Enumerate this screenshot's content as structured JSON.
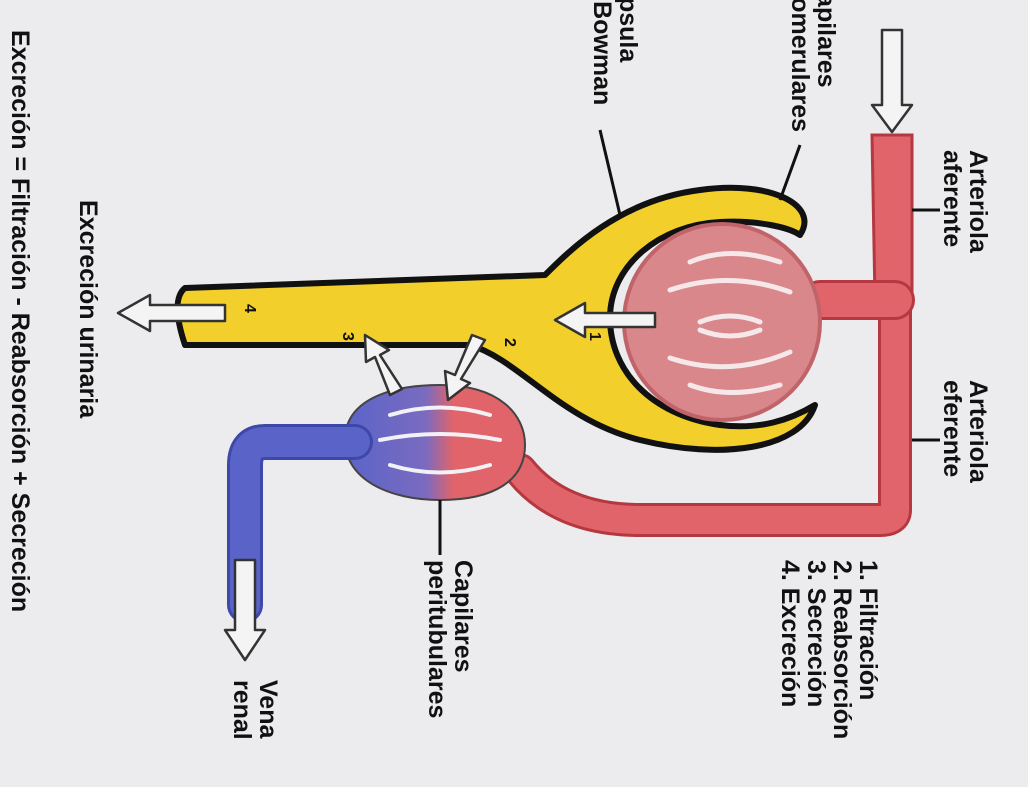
{
  "labels": {
    "capilares_glomerulares": [
      "Capilares",
      "glomerulares"
    ],
    "capsula_bowman": [
      "Cápsula",
      "de Bowman"
    ],
    "arteriola_aferente": [
      "Arteriola",
      "aferente"
    ],
    "arteriola_eferente": [
      "Arteriola",
      "eferente"
    ],
    "capilares_peritubulares": [
      "Capilares",
      "peritubulares"
    ],
    "vena_renal": [
      "Vena",
      "renal"
    ],
    "excrecion_urinaria": "Excreción urinaria",
    "equation": "Excreción = Filtración - Reabsorción + Secreción"
  },
  "legend": [
    "1. Filtración",
    "2. Reabsorción",
    "3. Secreción",
    "4. Excreción"
  ],
  "step_numbers": [
    "1",
    "2",
    "3",
    "4"
  ],
  "colors": {
    "background": "#ececee",
    "artery": "#e0646a",
    "artery_dark": "#b53840",
    "glomerulus": "#d9878a",
    "capsule": "#f2cf2a",
    "vein": "#5a64c8",
    "arrow_fill": "#f4f4f4",
    "outline": "#111111"
  }
}
